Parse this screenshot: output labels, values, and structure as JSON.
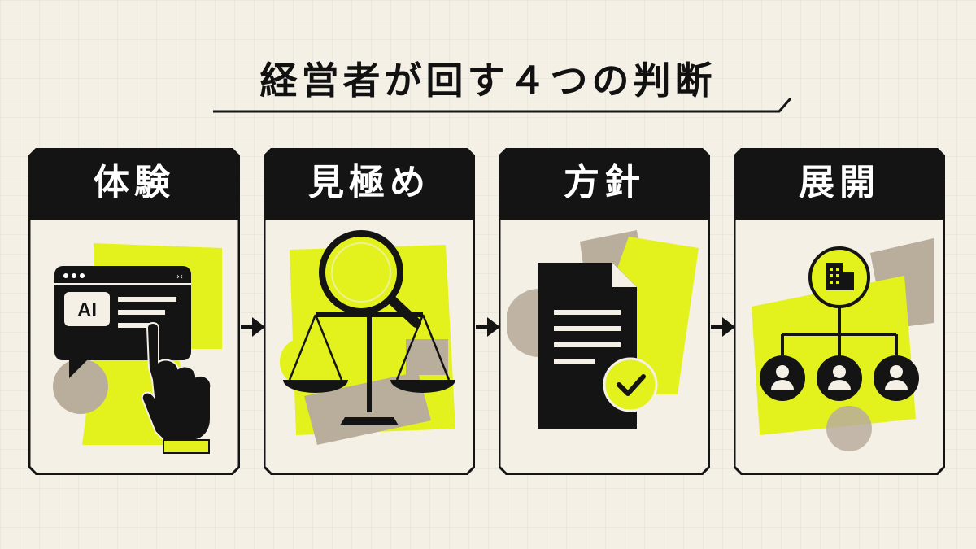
{
  "title": "経営者が回す４つの判断",
  "steps": [
    {
      "label": "体験",
      "icon": "ai-chat-window-pointer-icon"
    },
    {
      "label": "見極め",
      "icon": "magnifier-scale-icon"
    },
    {
      "label": "方針",
      "icon": "document-check-icon"
    },
    {
      "label": "展開",
      "icon": "org-chart-building-icon"
    }
  ],
  "icon_text": {
    "ai": "AI"
  },
  "colors": {
    "accent": "#e3f21d",
    "ink": "#141414",
    "taupe": "#b9ad9c",
    "paper": "#f4f0e6"
  }
}
